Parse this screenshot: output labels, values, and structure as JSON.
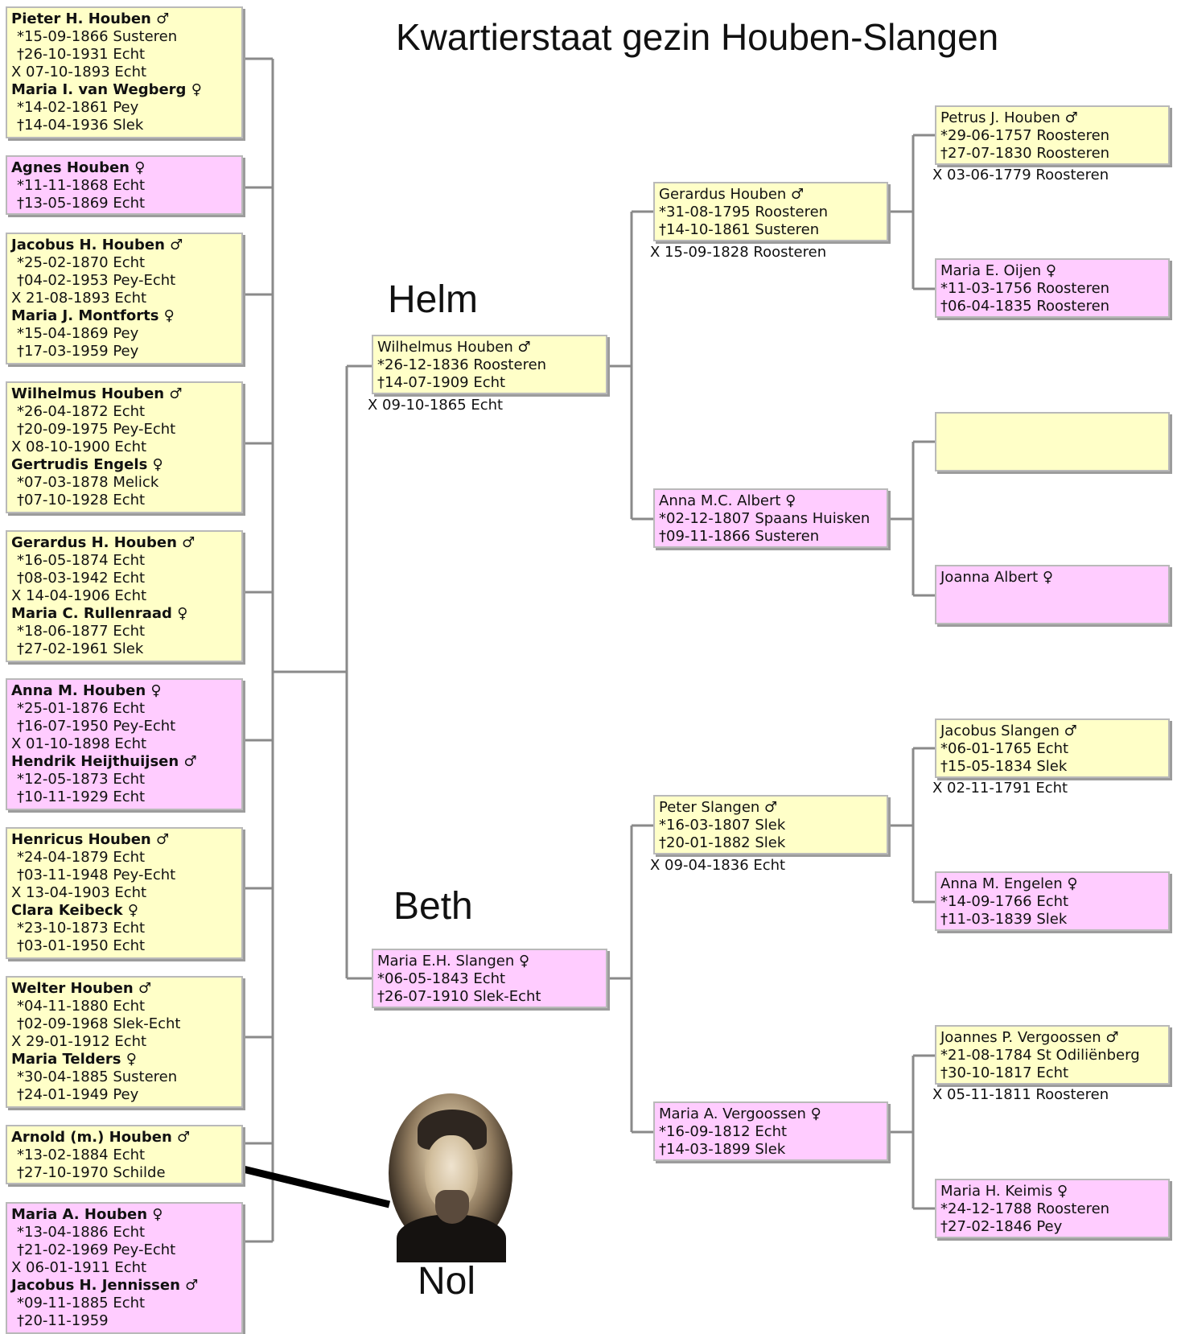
{
  "title": "Kwartierstaat gezin Houben-Slangen",
  "labels": {
    "father": "Helm",
    "mother": "Beth",
    "photo_person": "Nol"
  },
  "colors": {
    "male_box": "#ffffc8",
    "female_box": "#ffccff",
    "border": "#b9b9b9",
    "connector": "#8a8a8a"
  },
  "children": [
    {
      "sex": "m",
      "lines": [
        "Pieter H. Houben ♂",
        "*15-09-1866 Susteren",
        "†26-10-1931 Echt",
        "X 07-10-1893 Echt",
        "Maria I. van Wegberg ♀",
        "*14-02-1861 Pey",
        "†14-04-1936 Slek"
      ]
    },
    {
      "sex": "f",
      "lines": [
        "Agnes Houben ♀",
        "*11-11-1868 Echt",
        "†13-05-1869 Echt"
      ]
    },
    {
      "sex": "m",
      "lines": [
        "Jacobus H. Houben ♂",
        "*25-02-1870 Echt",
        "†04-02-1953 Pey-Echt",
        "X 21-08-1893 Echt",
        "Maria J. Montforts ♀",
        "*15-04-1869 Pey",
        "†17-03-1959 Pey"
      ]
    },
    {
      "sex": "m",
      "lines": [
        "Wilhelmus Houben ♂",
        "*26-04-1872 Echt",
        "†20-09-1975 Pey-Echt",
        "X 08-10-1900 Echt",
        "Gertrudis Engels ♀",
        "*07-03-1878 Melick",
        "†07-10-1928 Echt"
      ]
    },
    {
      "sex": "m",
      "lines": [
        "Gerardus H. Houben ♂",
        "*16-05-1874 Echt",
        "†08-03-1942 Echt",
        "X 14-04-1906 Echt",
        "Maria C. Rullenraad ♀",
        "*18-06-1877 Echt",
        "†27-02-1961 Slek"
      ]
    },
    {
      "sex": "f",
      "lines": [
        "Anna M. Houben ♀",
        "*25-01-1876 Echt",
        "†16-07-1950 Pey-Echt",
        "X 01-10-1898 Echt",
        "Hendrik Heijthuijsen ♂",
        "*12-05-1873 Echt",
        "†10-11-1929 Echt"
      ]
    },
    {
      "sex": "m",
      "lines": [
        "Henricus Houben ♂",
        "*24-04-1879 Echt",
        "†03-11-1948 Pey-Echt",
        "X 13-04-1903 Echt",
        "Clara Keibeck ♀",
        "*23-10-1873 Echt",
        "†03-01-1950 Echt"
      ]
    },
    {
      "sex": "m",
      "lines": [
        "Welter Houben ♂",
        "*04-11-1880 Echt",
        "†02-09-1968 Slek-Echt",
        "X 29-01-1912 Echt",
        "Maria Telders ♀",
        "*30-04-1885 Susteren",
        "†24-01-1949 Pey"
      ]
    },
    {
      "sex": "m",
      "lines": [
        "Arnold (m.) Houben ♂",
        "*13-02-1884 Echt",
        "†27-10-1970 Schilde"
      ]
    },
    {
      "sex": "f",
      "lines": [
        "Maria A. Houben ♀",
        "*13-04-1886 Echt",
        "†21-02-1969 Pey-Echt",
        "X 06-01-1911 Echt",
        "Jacobus H. Jennissen ♂",
        "*09-11-1885 Echt",
        "†20-11-1959"
      ]
    }
  ],
  "parents": [
    {
      "sex": "m",
      "lines": [
        "Wilhelmus Houben ♂",
        "*26-12-1836 Roosteren",
        "†14-07-1909 Echt"
      ],
      "marriage": "X 09-10-1865 Echt"
    },
    {
      "sex": "f",
      "lines": [
        "Maria E.H. Slangen ♀",
        "*06-05-1843 Echt",
        "†26-07-1910 Slek-Echt"
      ]
    }
  ],
  "grandparents": [
    {
      "sex": "m",
      "lines": [
        "Gerardus Houben ♂",
        "*31-08-1795 Roosteren",
        "†14-10-1861 Susteren"
      ],
      "marriage": "X 15-09-1828 Roosteren"
    },
    {
      "sex": "f",
      "lines": [
        "Anna M.C. Albert ♀",
        "*02-12-1807 Spaans Huisken",
        "†09-11-1866 Susteren"
      ]
    },
    {
      "sex": "m",
      "lines": [
        "Peter Slangen ♂",
        "*16-03-1807 Slek",
        "†20-01-1882 Slek"
      ],
      "marriage": "X 09-04-1836 Echt"
    },
    {
      "sex": "f",
      "lines": [
        "Maria A. Vergoossen ♀",
        "*16-09-1812 Echt",
        "†14-03-1899 Slek"
      ]
    }
  ],
  "great_grandparents": [
    {
      "sex": "m",
      "lines": [
        "Petrus J. Houben ♂",
        "*29-06-1757 Roosteren",
        "†27-07-1830 Roosteren"
      ],
      "marriage": "X 03-06-1779 Roosteren"
    },
    {
      "sex": "f",
      "lines": [
        "Maria E. Oijen ♀",
        "*11-03-1756 Roosteren",
        "†06-04-1835 Roosteren"
      ]
    },
    {
      "sex": "m",
      "lines": []
    },
    {
      "sex": "f",
      "lines": [
        "Joanna Albert ♀"
      ]
    },
    {
      "sex": "m",
      "lines": [
        "Jacobus Slangen ♂",
        "*06-01-1765 Echt",
        "†15-05-1834 Slek"
      ],
      "marriage": "X 02-11-1791 Echt"
    },
    {
      "sex": "f",
      "lines": [
        "Anna M. Engelen ♀",
        "*14-09-1766 Echt",
        "†11-03-1839 Slek"
      ]
    },
    {
      "sex": "m",
      "lines": [
        "Joannes P. Vergoossen ♂",
        "*21-08-1784 St Odiliënberg",
        "†30-10-1817 Echt"
      ],
      "marriage": "X 05-11-1811 Roosteren"
    },
    {
      "sex": "f",
      "lines": [
        "Maria H. Keimis ♀",
        "*24-12-1788 Roosteren",
        "†27-02-1846 Pey"
      ]
    }
  ]
}
